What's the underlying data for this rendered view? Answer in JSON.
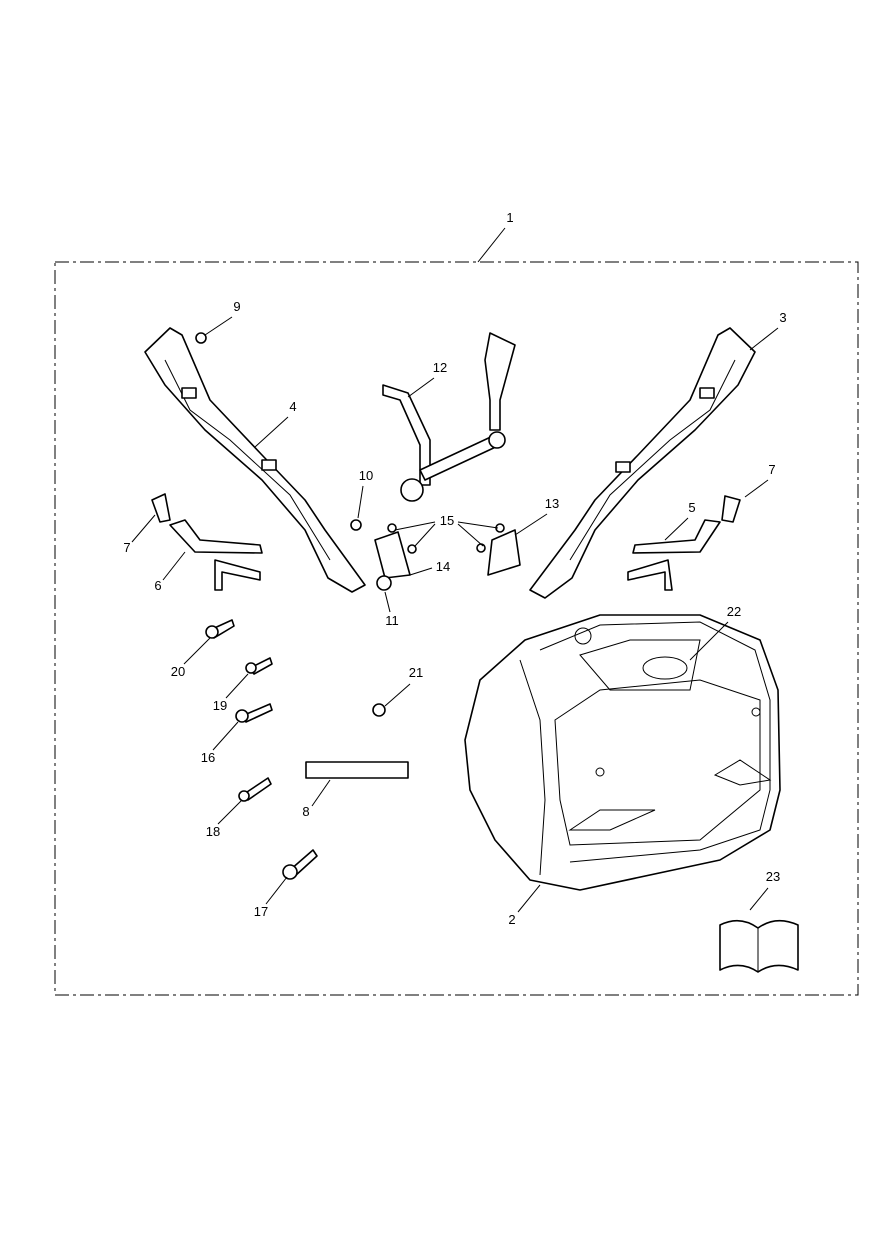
{
  "diagram": {
    "callouts": [
      "1",
      "2",
      "3",
      "4",
      "5",
      "6",
      "7",
      "7",
      "8",
      "9",
      "10",
      "11",
      "12",
      "13",
      "14",
      "15",
      "16",
      "17",
      "18",
      "19",
      "20",
      "21",
      "22",
      "23"
    ]
  }
}
